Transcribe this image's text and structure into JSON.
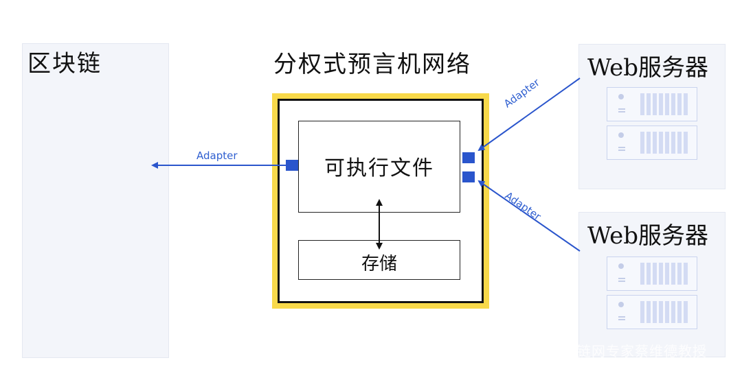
{
  "blockchain": {
    "title": "区块链"
  },
  "oracle": {
    "title": "分权式预言机网络",
    "executable": "可执行文件",
    "storage": "存储"
  },
  "servers": [
    {
      "title": "Web服务器"
    },
    {
      "title": "Web服务器"
    }
  ],
  "adapters": {
    "to_blockchain": "Adapter",
    "from_server_top": "Adapter",
    "from_server_bottom": "Adapter"
  },
  "colors": {
    "accent_blue": "#2a55cc",
    "oracle_border_yellow": "#f8d94a",
    "panel_bg": "#f3f5fa"
  },
  "watermark": "链网专家蔡维德教授"
}
